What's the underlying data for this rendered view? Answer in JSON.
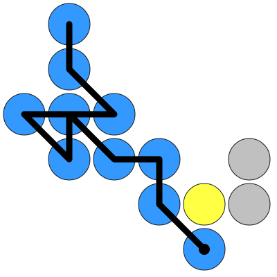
{
  "colors": {
    "path_cell": "#3399ff",
    "target_cell": "#ffff44",
    "blocked_cell": "#c0c0c0",
    "path_line": "#000000",
    "background": "#ffffff"
  },
  "grid": {
    "columns": 6,
    "rows": 6,
    "cells": [
      {
        "col": 1,
        "row": 0,
        "state": "path"
      },
      {
        "col": 1,
        "row": 1,
        "state": "path"
      },
      {
        "col": 0,
        "row": 2,
        "state": "path"
      },
      {
        "col": 1,
        "row": 2,
        "state": "path"
      },
      {
        "col": 2,
        "row": 2,
        "state": "path"
      },
      {
        "col": 1,
        "row": 3,
        "state": "path"
      },
      {
        "col": 2,
        "row": 3,
        "state": "path"
      },
      {
        "col": 3,
        "row": 3,
        "state": "path"
      },
      {
        "col": 5,
        "row": 3,
        "state": "blocked"
      },
      {
        "col": 3,
        "row": 4,
        "state": "path"
      },
      {
        "col": 4,
        "row": 4,
        "state": "target"
      },
      {
        "col": 5,
        "row": 4,
        "state": "blocked"
      },
      {
        "col": 4,
        "row": 5,
        "state": "path"
      }
    ]
  },
  "path": {
    "sequence": [
      {
        "col": 1,
        "row": 0
      },
      {
        "col": 1,
        "row": 1
      },
      {
        "col": 2,
        "row": 2
      },
      {
        "col": 0,
        "row": 2
      },
      {
        "col": 1,
        "row": 3
      },
      {
        "col": 1,
        "row": 2
      },
      {
        "col": 2,
        "row": 3
      },
      {
        "col": 3,
        "row": 3
      },
      {
        "col": 3,
        "row": 4
      },
      {
        "col": 4,
        "row": 5
      }
    ],
    "end_marker": {
      "col": 4,
      "row": 5
    }
  }
}
